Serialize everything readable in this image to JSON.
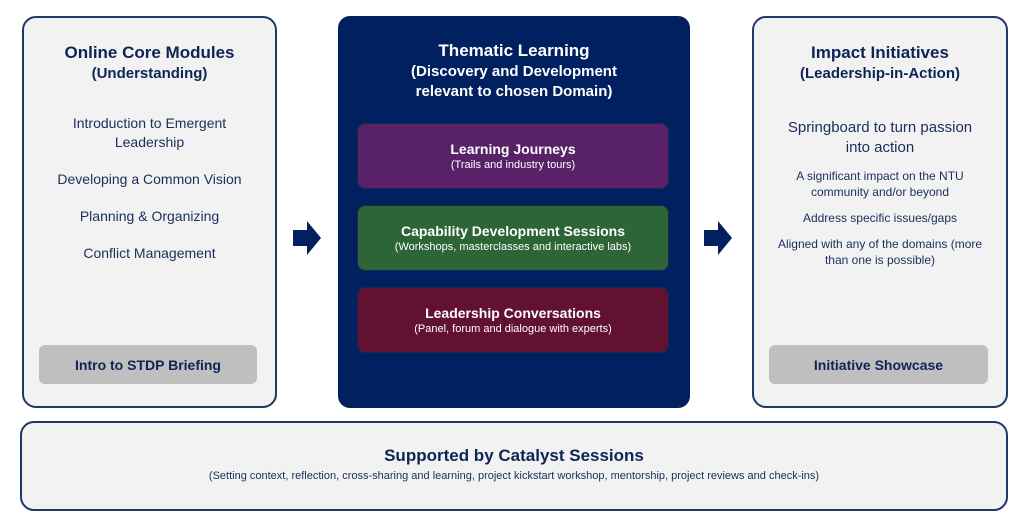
{
  "left": {
    "title": "Online Core Modules",
    "subtitle": "(Understanding)",
    "items": [
      "Introduction to Emergent Leadership",
      "Developing a Common Vision",
      "Planning & Organizing",
      "Conflict Management"
    ],
    "button_label": "Intro to STDP Briefing"
  },
  "center": {
    "title": "Thematic Learning",
    "subtitle_line1": "(Discovery and Development",
    "subtitle_line2": "relevant to chosen Domain)",
    "cards": [
      {
        "title": "Learning Journeys",
        "description": "(Trails and industry tours)",
        "color": "#582168"
      },
      {
        "title": "Capability Development Sessions",
        "description": "(Workshops, masterclasses and interactive labs)",
        "color": "#2d6536"
      },
      {
        "title": "Leadership Conversations",
        "description": "(Panel, forum and dialogue with experts)",
        "color": "#621132"
      }
    ]
  },
  "right": {
    "title": "Impact Initiatives",
    "subtitle": "(Leadership-in-Action)",
    "lead": "Springboard to turn passion into action",
    "items": [
      "A significant impact on the NTU community and/or beyond",
      "Address specific issues/gaps",
      "Aligned with any of the domains (more than one is possible)"
    ],
    "button_label": "Initiative Showcase"
  },
  "bottom": {
    "title": "Supported by Catalyst Sessions",
    "description": "(Setting context, reflection, cross-sharing and learning, project kickstart workshop, mentorship, project reviews and check-ins)"
  },
  "arrows": [
    "arrow-right-icon",
    "arrow-right-icon"
  ],
  "colors": {
    "navy": "#002060",
    "text_dark": "#0e2454",
    "panel_bg": "#f2f2f2",
    "button_gray": "#bfbfbf"
  }
}
